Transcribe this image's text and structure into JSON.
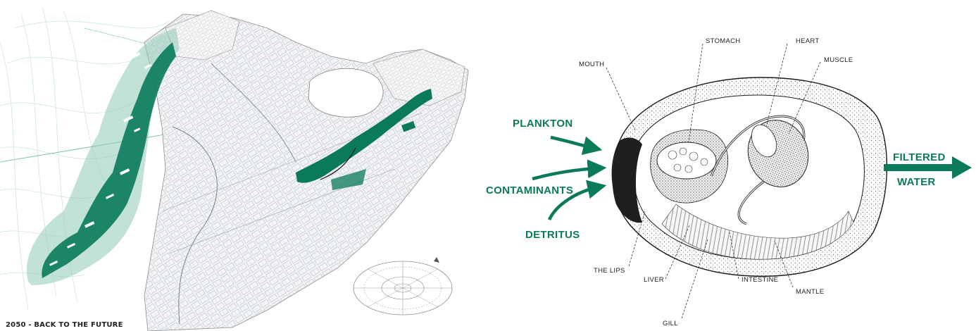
{
  "colors": {
    "accent": "#0a7a5b",
    "accent_light": "#8fcbb8",
    "line": "#9aa0a6",
    "ink": "#1b1b1b"
  },
  "map": {
    "caption": "2050 - BACK TO THE FUTURE"
  },
  "oyster": {
    "parts": {
      "mouth": "MOUTH",
      "stomach": "STOMACH",
      "heart": "HEART",
      "muscle": "MUSCLE",
      "lips": "THE LIPS",
      "liver": "LIVER",
      "intestine": "INTESTINE",
      "mantle": "MANTLE",
      "gill": "GILL"
    },
    "inputs": {
      "plankton": "PLANKTON",
      "contaminants": "CONTAMINANTS",
      "detritus": "DETRITUS"
    },
    "output": {
      "line1": "FILTERED",
      "line2": "WATER"
    }
  }
}
